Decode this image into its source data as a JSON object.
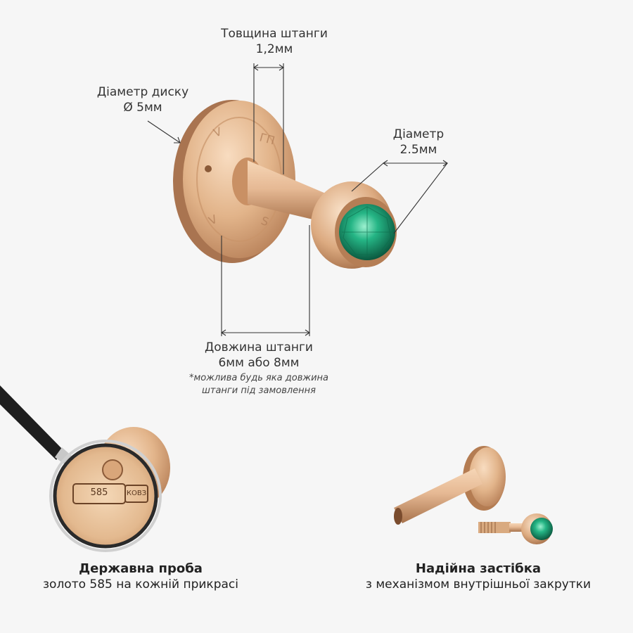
{
  "labels": {
    "rod_thickness": {
      "title": "Товщина штанги",
      "value": "1,2мм"
    },
    "disc_diameter": {
      "title": "Діаметр диску",
      "value": "Ø 5мм"
    },
    "top_diameter": {
      "title": "Діаметр",
      "value": "2.5мм"
    },
    "rod_length": {
      "title": "Довжина штанги",
      "value": "6мм або 8мм",
      "note_line1": "*можлива будь яка довжина",
      "note_line2": "штанги під замовлення"
    }
  },
  "hallmark": {
    "left": "585",
    "right": "КОВЗ"
  },
  "features": [
    {
      "title": "Державна проба",
      "subtitle": "золото 585 на кожній прикрасі"
    },
    {
      "title": "Надійна застібка",
      "subtitle": "з механізмом внутрішньої закрутки"
    }
  ],
  "colors": {
    "background": "#f6f6f6",
    "gold": "#e0b48a",
    "gold_dark": "#b07a52",
    "stone": "#1fa67a",
    "text": "#2b2b2b"
  }
}
